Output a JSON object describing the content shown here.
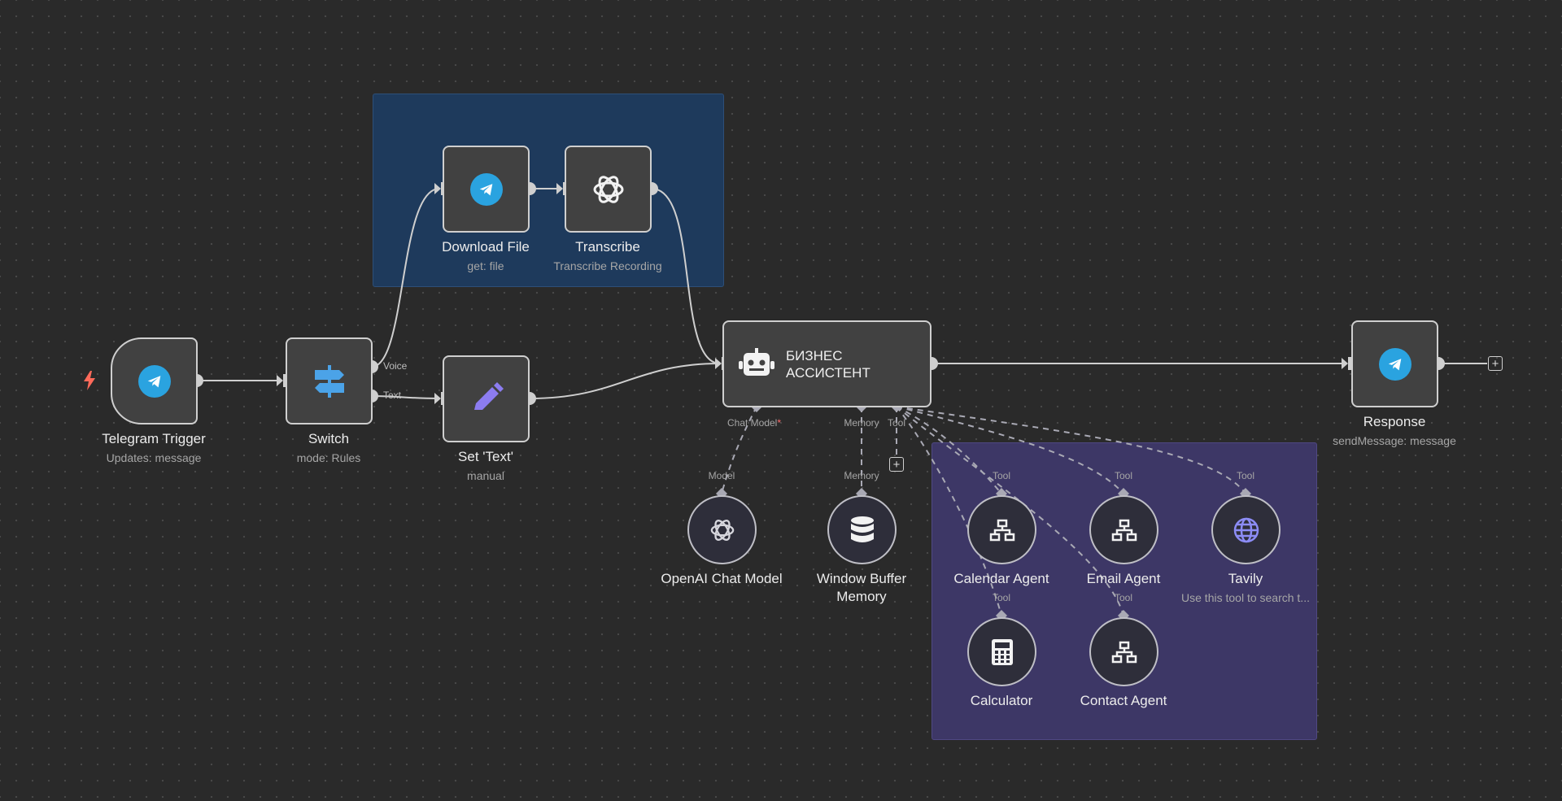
{
  "nodes": {
    "telegram_trigger": {
      "title": "Telegram Trigger",
      "subtitle": "Updates: message",
      "icon": "telegram-icon"
    },
    "switch": {
      "title": "Switch",
      "subtitle": "mode: Rules",
      "icon": "signpost-icon",
      "outputs": [
        "Voice",
        "Text"
      ]
    },
    "download_file": {
      "title": "Download File",
      "subtitle": "get: file",
      "icon": "telegram-icon"
    },
    "transcribe": {
      "title": "Transcribe",
      "subtitle": "Transcribe Recording",
      "icon": "openai-icon"
    },
    "set_text": {
      "title": "Set 'Text'",
      "subtitle": "manual",
      "icon": "pencil-icon"
    },
    "agent": {
      "title_line1": "БИЗНЕС",
      "title_line2": "АССИСТЕНТ",
      "icon": "robot-icon",
      "ports": {
        "chat_model": "Chat Model",
        "required_mark": "*",
        "memory": "Memory",
        "tool": "Tool"
      }
    },
    "response": {
      "title": "Response",
      "subtitle": "sendMessage: message",
      "icon": "telegram-icon"
    },
    "openai_chat_model": {
      "title": "OpenAI Chat Model",
      "port": "Model",
      "icon": "openai-icon"
    },
    "window_buffer_memory": {
      "title_line1": "Window Buffer",
      "title_line2": "Memory",
      "port": "Memory",
      "icon": "database-icon"
    },
    "calendar_agent": {
      "title": "Calendar Agent",
      "port": "Tool",
      "icon": "sitemap-icon"
    },
    "email_agent": {
      "title": "Email Agent",
      "port": "Tool",
      "icon": "sitemap-icon"
    },
    "tavily": {
      "title": "Tavily",
      "subtitle": "Use this tool to search t...",
      "port": "Tool",
      "icon": "globe-icon"
    },
    "calculator": {
      "title": "Calculator",
      "port": "Tool",
      "icon": "calculator-icon"
    },
    "contact_agent": {
      "title": "Contact Agent",
      "port": "Tool",
      "icon": "sitemap-icon"
    }
  },
  "controls": {
    "add_node": "+",
    "add_tool": "+"
  },
  "colors": {
    "canvas": "#2a2a2a",
    "sticky_blue": "#1e3a5c",
    "sticky_purple": "#3d3766",
    "telegram": "#2aa3e0",
    "switch": "#4ba3e8",
    "set": "#8c7cf0",
    "trigger_bolt": "#ff6a5a"
  }
}
